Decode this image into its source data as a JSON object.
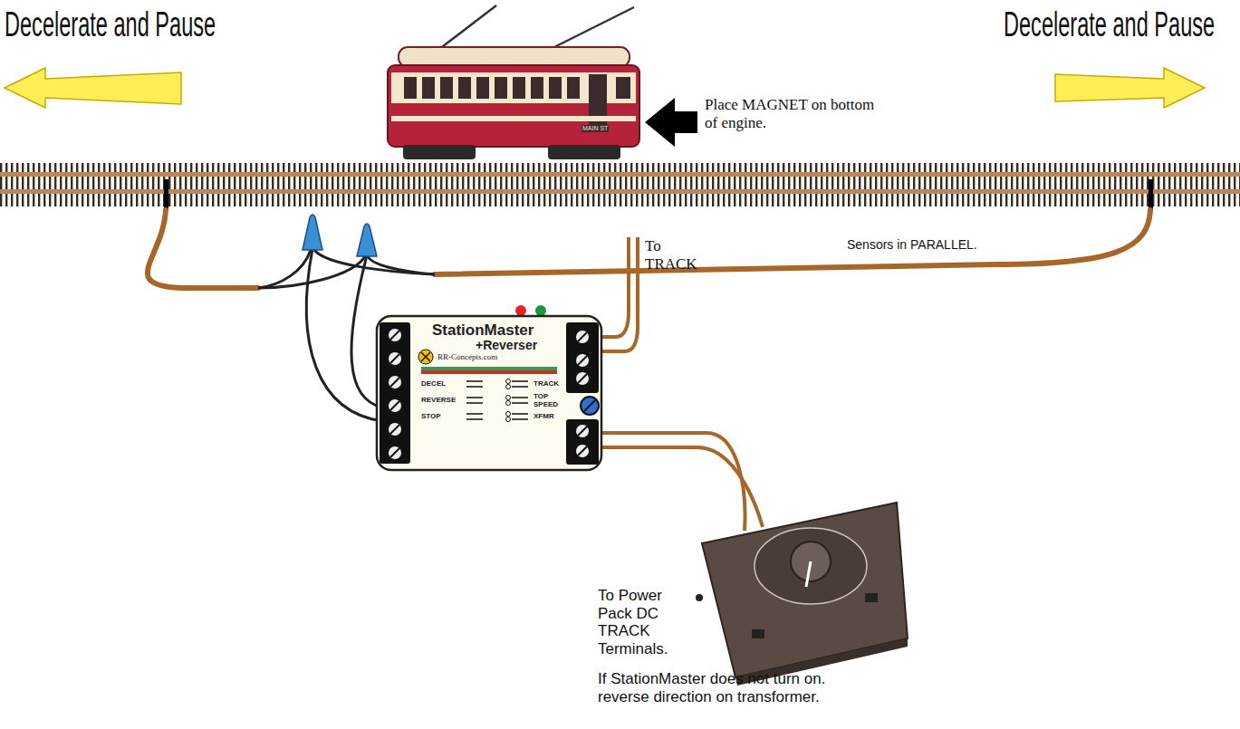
{
  "diagram": {
    "nodes": [
      {
        "text": [
          "StationMaster",
          "+Reverser",
          "RR-Concepts.com",
          "DECEL",
          "REVERSE",
          "STOP",
          "TRACK",
          "TOP SPEED",
          "XFMR"
        ]
      }
    ],
    "labels": [
      "Decelerate and Pause",
      "Decelerate and Pause",
      "MAIN ST",
      "Place MAGNET on bottom of engine.",
      "Sensors in PARALLEL.",
      "To TRACK",
      "To Power Pack DC TRACK Terminals.",
      "If StationMaster does not turn on. reverse direction on transformer."
    ]
  }
}
